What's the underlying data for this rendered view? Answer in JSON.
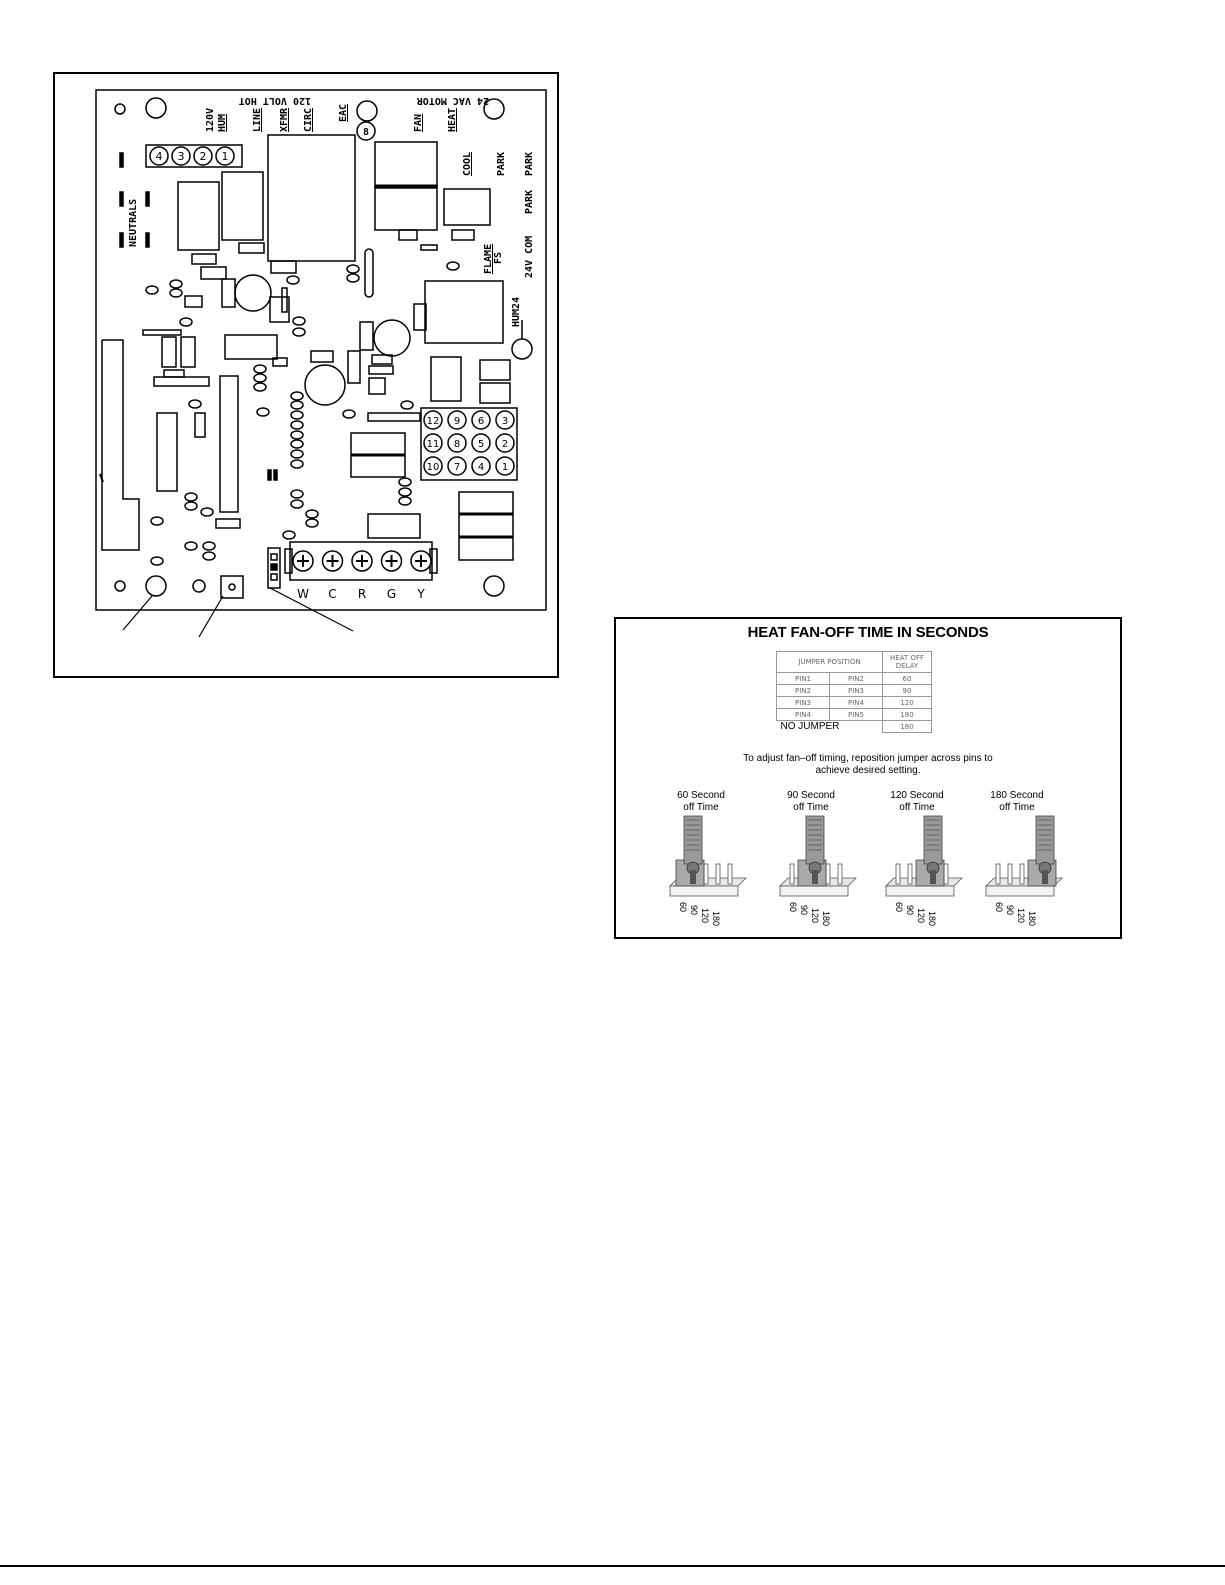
{
  "board": {
    "header_top": "24 VAC MOTOR",
    "header_left": "120 VOLT HOT",
    "terminal_labels": [
      "120V HUM",
      "LINE",
      "XFMR",
      "CIRC",
      "EAC",
      "FAN",
      "HEAT"
    ],
    "right_labels": [
      "COOL",
      "PARK",
      "PARK",
      "PARK",
      "FLAME",
      "FS",
      "24V COM",
      "HUM24"
    ],
    "side_label": "NEUTRALS",
    "eac_marker": "8",
    "plug_4pin": [
      "4",
      "3",
      "2",
      "1"
    ],
    "plug_12pin": [
      [
        "12",
        "9",
        "6",
        "3"
      ],
      [
        "11",
        "8",
        "5",
        "2"
      ],
      [
        "10",
        "7",
        "4",
        "1"
      ]
    ],
    "thermostat_terminals": [
      "W",
      "C",
      "R",
      "G",
      "Y"
    ]
  },
  "fan_off": {
    "title": "HEAT FAN-OFF TIME IN SECONDS",
    "table": {
      "headers": [
        "JUMPER POSITION",
        "HEAT OFF DELAY"
      ],
      "rows": [
        [
          "PIN1",
          "PIN2",
          "60"
        ],
        [
          "PIN2",
          "PIN3",
          "90"
        ],
        [
          "PIN3",
          "PIN4",
          "120"
        ],
        [
          "PIN4",
          "PIN5",
          "180"
        ]
      ],
      "no_jumper_label": "NO JUMPER",
      "no_jumper_value": "180"
    },
    "instructions_line1": "To adjust fan–off timing, reposition jumper across pins to",
    "instructions_line2": "achieve desired setting.",
    "options": [
      {
        "line1": "60 Second",
        "line2": "off Time",
        "position": 0
      },
      {
        "line1": "90 Second",
        "line2": "off Time",
        "position": 1
      },
      {
        "line1": "120 Second",
        "line2": "off Time",
        "position": 2
      },
      {
        "line1": "180 Second",
        "line2": "off Time",
        "position": 3
      }
    ],
    "pin_labels": [
      "60",
      "90",
      "120",
      "180"
    ]
  }
}
